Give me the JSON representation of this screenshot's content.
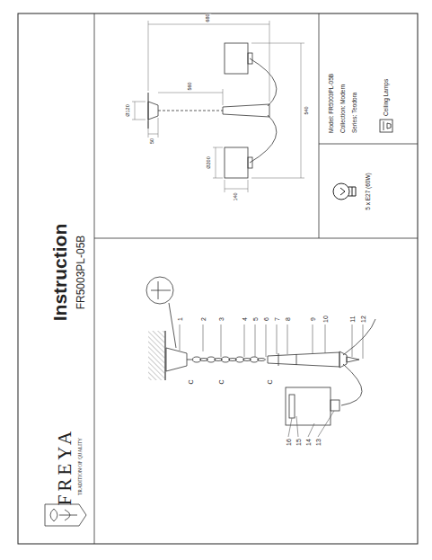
{
  "diagram": {
    "title": "Instruction",
    "labels": [
      "FREYA",
      "TRADITION OF QUALITY",
      "FR5003PL-05B",
      "1",
      "2",
      "3",
      "4",
      "5",
      "6",
      "7",
      "8",
      "9",
      "10",
      "11",
      "12",
      "13",
      "14",
      "15",
      "16",
      "C",
      "C",
      "C",
      "Ø120",
      "50",
      "680",
      "560",
      "Ø200",
      "140",
      "540",
      "Model: FR5003PL-05B",
      "Collection: Modern",
      "Series: Teodora",
      "Ceiling Lamps",
      "5 x E27 (60W)"
    ]
  }
}
